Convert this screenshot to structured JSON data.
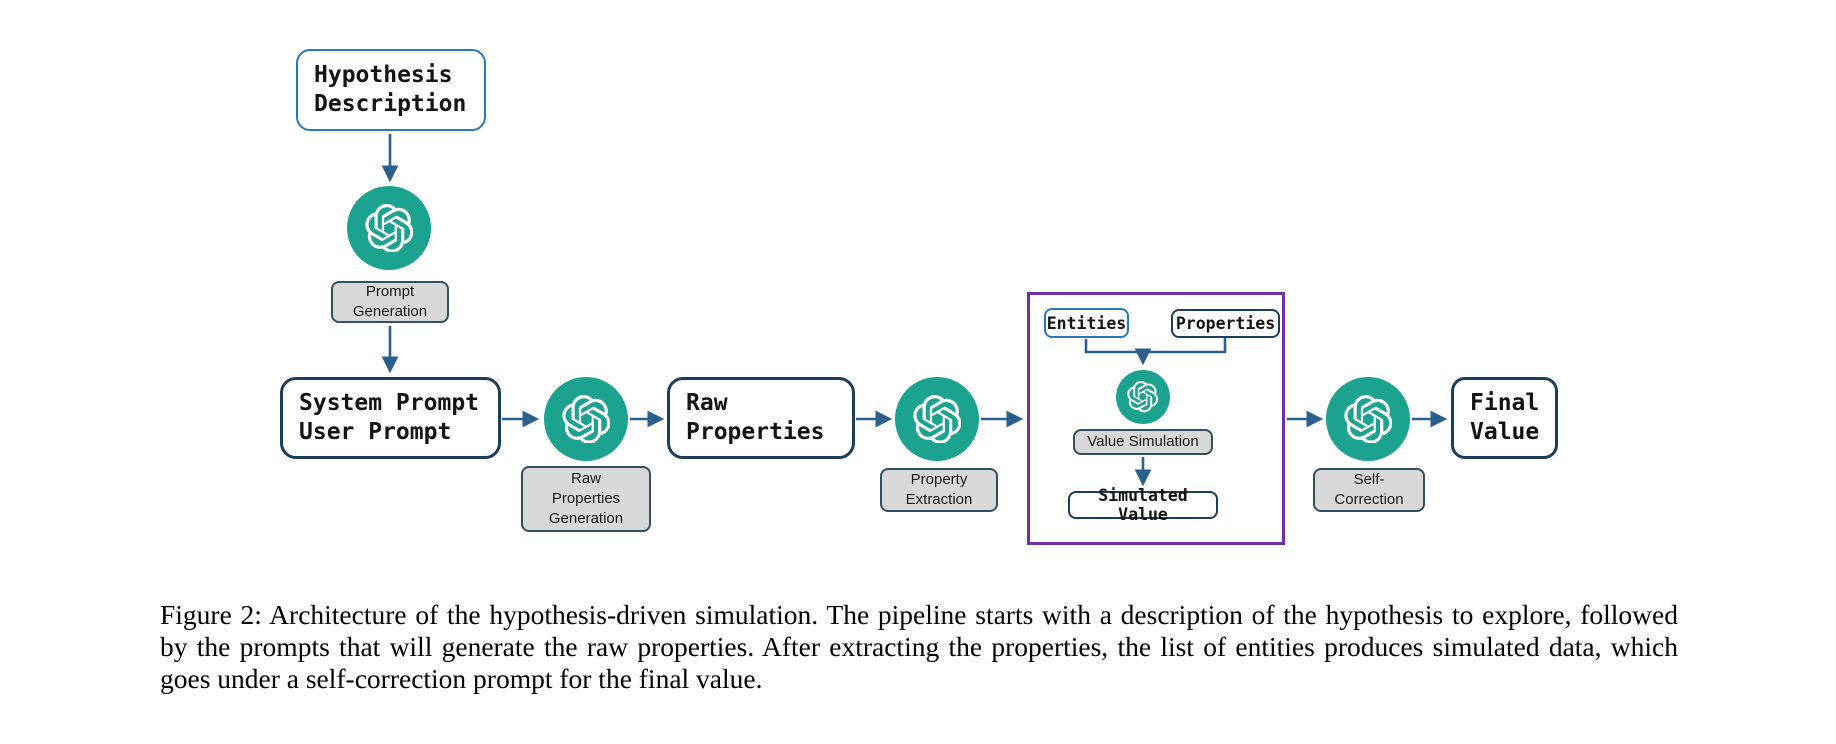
{
  "diagram": {
    "hypothesis_box": "Hypothesis\nDescription",
    "prompt_generation_label": "Prompt\nGeneration",
    "system_user_prompt_box": "System Prompt\nUser Prompt",
    "raw_properties_generation_label": "Raw\nProperties\nGeneration",
    "raw_properties_box": "Raw\nProperties",
    "property_extraction_label": "Property\nExtraction",
    "entities_box": "Entities",
    "properties_box": "Properties",
    "value_simulation_label": "Value Simulation",
    "simulated_value_box": "Simulated Value",
    "self_correction_label": "Self-\nCorrection",
    "final_value_box": "Final\nValue",
    "llm_icon_name": "openai-logo"
  },
  "caption": {
    "text": "Figure 2: Architecture of the hypothesis-driven simulation. The pipeline starts with a description of the hypothesis to explore, followed by the prompts that will generate the raw properties. After extracting the properties, the list of entities produces simulated data, which goes under a self-correction prompt for the final value."
  },
  "colors": {
    "llm_badge_teal": "#1ba390",
    "node_border_navy": "#1d3d58",
    "highlight_border_blue": "#2779bd",
    "group_border_purple": "#7030a0",
    "arrow_blue": "#2b5f8c",
    "label_background_gray": "#d8d8d8"
  }
}
